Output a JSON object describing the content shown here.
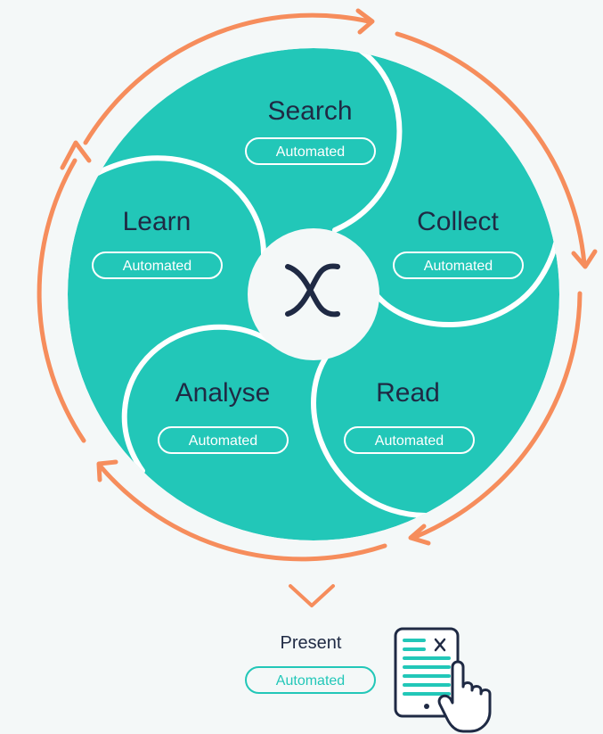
{
  "colors": {
    "background": "#f4f8f8",
    "teal": "#22c7b8",
    "orange": "#f68d5c",
    "navy": "#1f2a44",
    "white": "#ffffff"
  },
  "cycle": {
    "center_icon": "x-logo-icon",
    "steps": [
      {
        "title": "Search",
        "badge": "Automated"
      },
      {
        "title": "Collect",
        "badge": "Automated"
      },
      {
        "title": "Read",
        "badge": "Automated"
      },
      {
        "title": "Analyse",
        "badge": "Automated"
      },
      {
        "title": "Learn",
        "badge": "Automated"
      }
    ]
  },
  "present": {
    "title": "Present",
    "badge": "Automated",
    "icon": "document-tap-icon"
  }
}
